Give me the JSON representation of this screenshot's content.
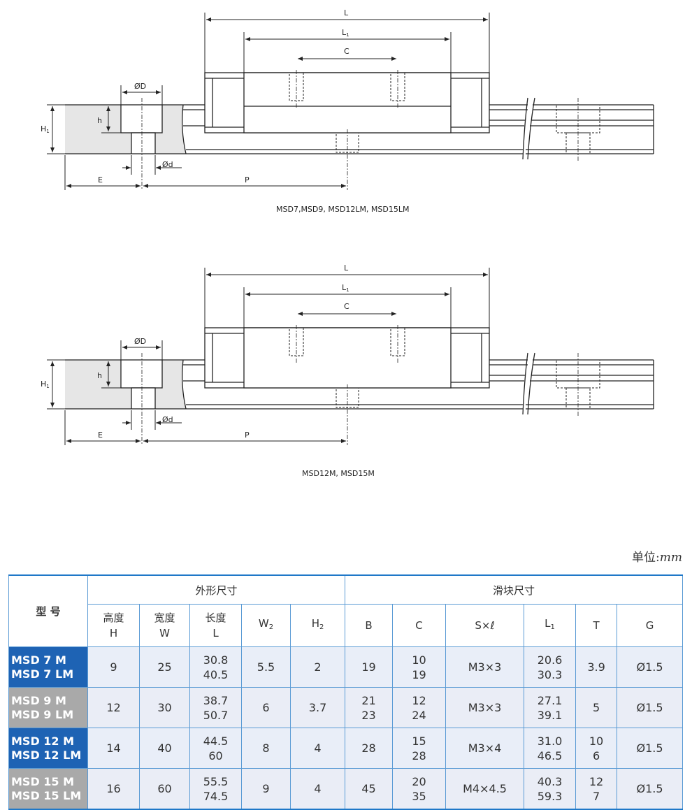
{
  "drawings": [
    {
      "caption": "MSD7,MSD9, MSD12LM, MSD15LM",
      "labels": {
        "L": "L",
        "L1": "L",
        "L1_sub": "1",
        "C": "C",
        "OD": "ØD",
        "h": "h",
        "H1": "H",
        "H1_sub": "1",
        "Od": "Ød",
        "E": "E",
        "P": "P"
      }
    },
    {
      "caption": "MSD12M, MSD15M",
      "labels": {
        "L": "L",
        "L1": "L",
        "L1_sub": "1",
        "C": "C",
        "OD": "ØD",
        "h": "h",
        "H1": "H",
        "H1_sub": "1",
        "Od": "Ød",
        "E": "E",
        "P": "P"
      }
    }
  ],
  "unit": {
    "label": "单位:",
    "value": "mm"
  },
  "table": {
    "model_header": "型 号",
    "group_outer": "外形尺寸",
    "group_slider": "滑块尺寸",
    "cols": {
      "H": {
        "zh": "高度",
        "en": "H"
      },
      "W": {
        "zh": "宽度",
        "en": "W"
      },
      "L": {
        "zh": "长度",
        "en": "L"
      },
      "W2": {
        "main": "W",
        "sub": "2"
      },
      "H2": {
        "main": "H",
        "sub": "2"
      },
      "B": "B",
      "C": "C",
      "Sl": "S×ℓ",
      "L1": {
        "main": "L",
        "sub": "1"
      },
      "T": "T",
      "G": "G"
    },
    "rows": [
      {
        "model": [
          "MSD 7 M",
          "MSD 7 LM"
        ],
        "H": "9",
        "W": "25",
        "L": [
          "30.8",
          "40.5"
        ],
        "W2": "5.5",
        "H2": "2",
        "B": "19",
        "C": [
          "10",
          "19"
        ],
        "Sl": "M3×3",
        "L1": [
          "20.6",
          "30.3"
        ],
        "T": "3.9",
        "G": "Ø1.5"
      },
      {
        "model": [
          "MSD 9 M",
          "MSD 9 LM"
        ],
        "H": "12",
        "W": "30",
        "L": [
          "38.7",
          "50.7"
        ],
        "W2": "6",
        "H2": "3.7",
        "B": [
          "21",
          "23"
        ],
        "C": [
          "12",
          "24"
        ],
        "Sl": "M3×3",
        "L1": [
          "27.1",
          "39.1"
        ],
        "T": "5",
        "G": "Ø1.5"
      },
      {
        "model": [
          "MSD 12 M",
          "MSD 12 LM"
        ],
        "H": "14",
        "W": "40",
        "L": [
          "44.5",
          "60"
        ],
        "W2": "8",
        "H2": "4",
        "B": "28",
        "C": [
          "15",
          "28"
        ],
        "Sl": "M3×4",
        "L1": [
          "31.0",
          "46.5"
        ],
        "T": [
          "10",
          "6"
        ],
        "G": "Ø1.5"
      },
      {
        "model": [
          "MSD 15 M",
          "MSD 15 LM"
        ],
        "H": "16",
        "W": "60",
        "L": [
          "55.5",
          "74.5"
        ],
        "W2": "9",
        "H2": "4",
        "B": "45",
        "C": [
          "20",
          "35"
        ],
        "Sl": "M4×4.5",
        "L1": [
          "40.3",
          "59.3"
        ],
        "T": [
          "12",
          "7"
        ],
        "G": "Ø1.5"
      }
    ]
  },
  "colors": {
    "header_blue": "#1e63b4",
    "model_grey": "#a9a9a9",
    "row_bg": "#e9eef8",
    "rail_fill": "#e6e6e6",
    "rule": "#1f78c8"
  }
}
